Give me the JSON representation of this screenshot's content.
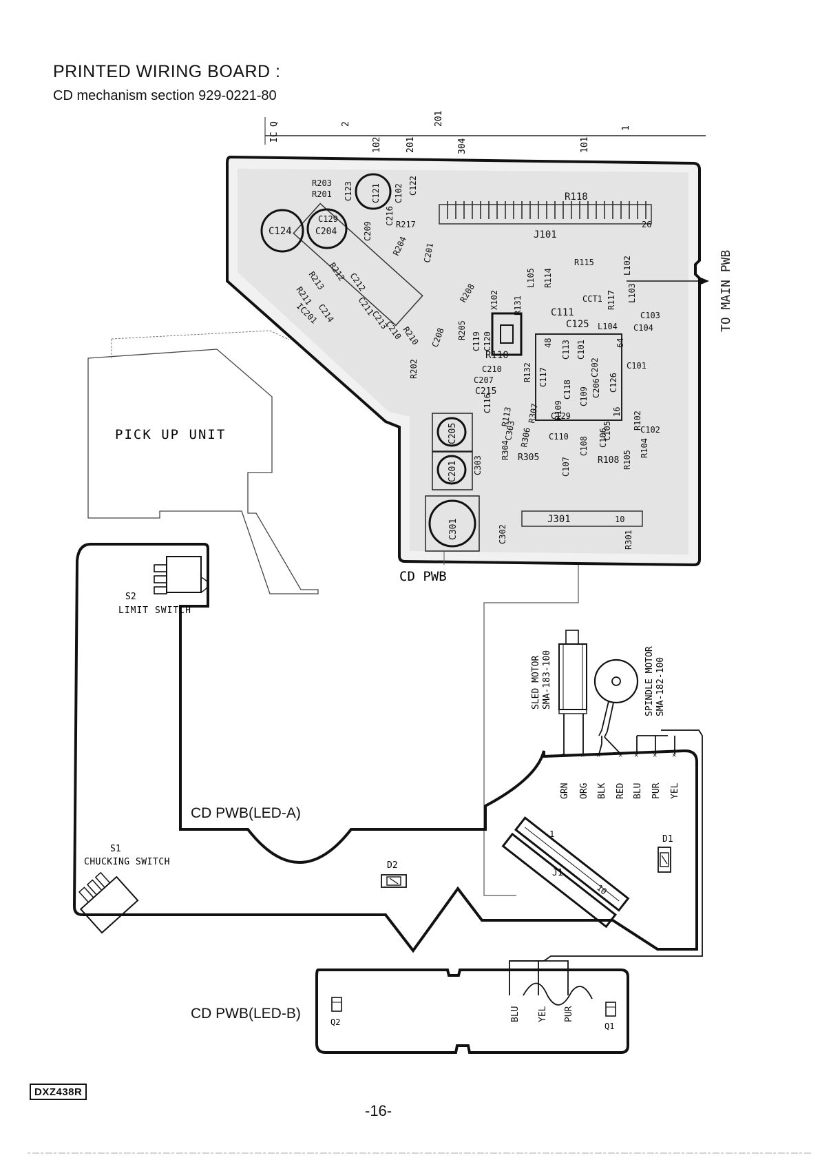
{
  "header": {
    "title": "PRINTED WIRING BOARD :",
    "subtitle": "CD mechanism section  929-0221-80"
  },
  "top_ruler": {
    "labels": [
      "IC",
      "Q",
      "2",
      "201",
      "102",
      "201",
      "304",
      "101",
      "1"
    ]
  },
  "boards": {
    "cd_pwb": "CD PWB",
    "led_a": "CD PWB(LED-A)",
    "led_b": "CD PWB(LED-B)",
    "pickup": "PICK UP UNIT",
    "to_main": "TO MAIN PWB"
  },
  "switches": {
    "s2_ref": "S2",
    "s2_name": "LIMIT SWITCH",
    "s1_ref": "S1",
    "s1_name": "CHUCKING SWITCH"
  },
  "motors": {
    "sled_name": "SLED MOTOR",
    "sled_part": "SMA-183-100",
    "spindle_name": "SPINDLE MOTOR",
    "spindle_part": "SMA-182-100"
  },
  "wires_led_a": [
    "GRN",
    "ORG",
    "BLK",
    "RED",
    "BLU",
    "PUR",
    "YEL"
  ],
  "wires_led_b": [
    "BLU",
    "YEL",
    "PUR"
  ],
  "components": {
    "d1": "D1",
    "d2": "D2",
    "j1": "J1",
    "j1_pin_1": "1",
    "j1_pin_10": "10",
    "q1": "Q1",
    "q2": "Q2"
  },
  "cd_pwb_parts": [
    "R203",
    "R201",
    "C124",
    "C129",
    "C204",
    "C123",
    "C121",
    "C102",
    "C122",
    "C209",
    "C216",
    "R217",
    "R204",
    "C201",
    "R118",
    "J101",
    "26",
    "R115",
    "L102",
    "R114",
    "L105",
    "X102",
    "R208",
    "R131",
    "CCT1",
    "R117",
    "L103",
    "C103",
    "C111",
    "C125",
    "L104",
    "C104",
    "R210",
    "R205",
    "C208",
    "C119",
    "C120",
    "R110",
    "C210",
    "C207",
    "C215",
    "R132",
    "C117",
    "48",
    "C113",
    "C101",
    "C118",
    "C109",
    "C202",
    "C206",
    "64",
    "C126",
    "C101",
    "R202",
    "R307",
    "R113",
    "R109",
    "C105",
    "16",
    "C102",
    "R102",
    "C116",
    "C303",
    "R306",
    "C129",
    "C110",
    "C108",
    "C107",
    "C106",
    "R105",
    "R108",
    "R104",
    "R304",
    "R305",
    "C205",
    "C201",
    "C301",
    "C302",
    "C303",
    "J301",
    "10",
    "R301",
    "R213",
    "R212",
    "C212",
    "C211",
    "C214",
    "C213",
    "R211",
    "C210",
    "IC201"
  ],
  "footer": {
    "model": "DXZ438R",
    "page": "-16-"
  }
}
